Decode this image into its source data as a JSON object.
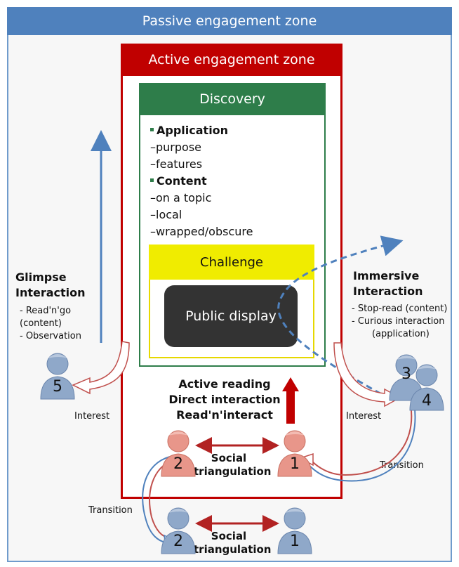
{
  "zones": {
    "passive_title": "Passive engagement zone",
    "active_title": "Active engagement zone",
    "discovery_title": "Discovery",
    "challenge_title": "Challenge",
    "public_display": "Public display"
  },
  "discovery_items": [
    {
      "text": "Application",
      "type": "head"
    },
    {
      "text": "–purpose",
      "type": "sub"
    },
    {
      "text": "–features",
      "type": "sub"
    },
    {
      "text": "Content",
      "type": "head"
    },
    {
      "text": "–on a topic",
      "type": "sub"
    },
    {
      "text": "–local",
      "type": "sub"
    },
    {
      "text": "–wrapped/obscure",
      "type": "sub"
    }
  ],
  "glimpse": {
    "title_1": "Glimpse",
    "title_2": "Interaction",
    "lines": [
      "- Read'n'go",
      "(content)",
      "- Observation"
    ]
  },
  "immersive": {
    "title_1": "Immersive",
    "title_2": "Interaction",
    "lines": [
      "- Stop-read (content)",
      "- Curious interaction",
      "(application)"
    ]
  },
  "active_lines": [
    "Active reading",
    "Direct interaction",
    "Read'n'interact"
  ],
  "social": {
    "line_1": "Social",
    "line_2": "triangulation"
  },
  "labels": {
    "interest": "Interest",
    "transition": "Transition"
  },
  "persons": {
    "p5": "5",
    "p3": "3",
    "p4": "4",
    "p2": "2",
    "p1": "1"
  },
  "colors": {
    "passive_header": "#4f81bd",
    "active_zone": "#c00000",
    "discovery": "#2e7d4a",
    "challenge": "#f0ec00",
    "display": "#333333",
    "person_blue": "#8fa8c9",
    "person_red": "#e8968a"
  }
}
